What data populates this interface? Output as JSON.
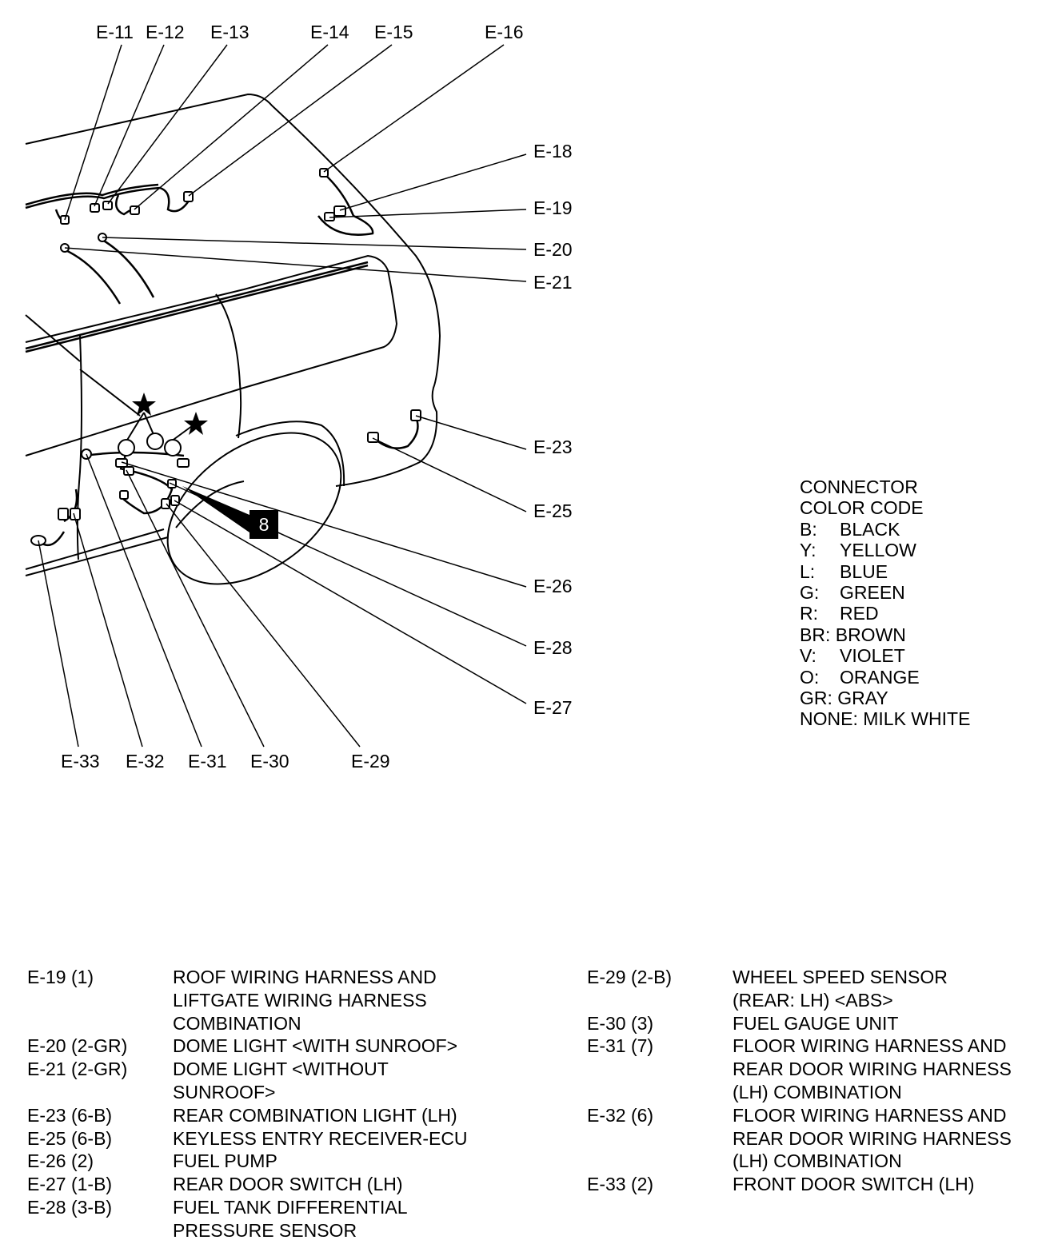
{
  "connector_labels": {
    "e11": "E-11",
    "e12": "E-12",
    "e13": "E-13",
    "e14": "E-14",
    "e15": "E-15",
    "e16": "E-16",
    "e18": "E-18",
    "e19": "E-19",
    "e20": "E-20",
    "e21": "E-21",
    "e23": "E-23",
    "e25": "E-25",
    "e26": "E-26",
    "e28": "E-28",
    "e27": "E-27",
    "e33": "E-33",
    "e32": "E-32",
    "e31": "E-31",
    "e30": "E-30",
    "e29": "E-29"
  },
  "callout_number": "8",
  "color_code": {
    "title_line1": "CONNECTOR",
    "title_line2": "COLOR CODE",
    "items": [
      {
        "code": "B:",
        "color": "BLACK"
      },
      {
        "code": "Y:",
        "color": "YELLOW"
      },
      {
        "code": "L:",
        "color": "BLUE"
      },
      {
        "code": "G:",
        "color": "GREEN"
      },
      {
        "code": "R:",
        "color": "RED"
      },
      {
        "code": "BR:",
        "color": "BROWN"
      },
      {
        "code": "V:",
        "color": "VIOLET"
      },
      {
        "code": "O:",
        "color": "ORANGE"
      },
      {
        "code": "GR:",
        "color": "GRAY"
      },
      {
        "code": "NONE:",
        "color": "MILK WHITE"
      }
    ]
  },
  "connectors_left": [
    {
      "id": "E-19 (1)",
      "desc": "ROOF WIRING HARNESS AND\nLIFTGATE WIRING HARNESS\nCOMBINATION"
    },
    {
      "id": "E-20 (2-GR)",
      "desc": "DOME LIGHT <WITH SUNROOF>"
    },
    {
      "id": "E-21 (2-GR)",
      "desc": "DOME LIGHT <WITHOUT\nSUNROOF>"
    },
    {
      "id": "E-23 (6-B)",
      "desc": "REAR COMBINATION LIGHT (LH)"
    },
    {
      "id": "E-25 (6-B)",
      "desc": "KEYLESS ENTRY RECEIVER-ECU"
    },
    {
      "id": "E-26 (2)",
      "desc": "FUEL PUMP"
    },
    {
      "id": "E-27 (1-B)",
      "desc": "REAR DOOR SWITCH (LH)"
    },
    {
      "id": "E-28 (3-B)",
      "desc": "FUEL TANK DIFFERENTIAL\nPRESSURE SENSOR"
    }
  ],
  "connectors_right": [
    {
      "id": "E-29 (2-B)",
      "desc": "WHEEL SPEED SENSOR\n(REAR: LH) <ABS>"
    },
    {
      "id": "E-30 (3)",
      "desc": "FUEL GAUGE UNIT"
    },
    {
      "id": "E-31 (7)",
      "desc": "FLOOR WIRING HARNESS AND\nREAR DOOR WIRING HARNESS\n(LH) COMBINATION"
    },
    {
      "id": "E-32 (6)",
      "desc": "FLOOR WIRING HARNESS AND\nREAR DOOR WIRING HARNESS\n(LH) COMBINATION"
    },
    {
      "id": "E-33 (2)",
      "desc": "FRONT DOOR SWITCH (LH)"
    }
  ]
}
